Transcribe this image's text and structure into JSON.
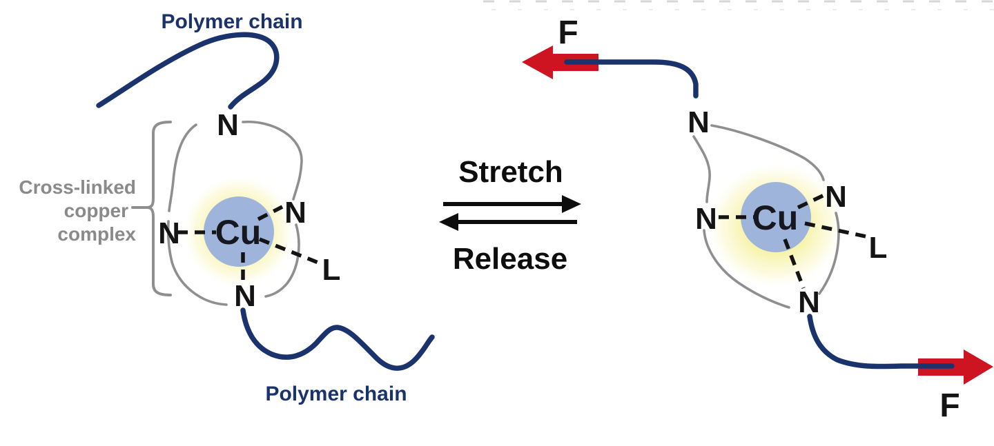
{
  "colors": {
    "background": "#ffffff",
    "polymer_navy": "#1b336d",
    "macrocycle_gray": "#8f8f8f",
    "label_gray": "#8a8a8a",
    "copper_blue": "#9fb4db",
    "glow_yellow": "#f6f1a0",
    "force_red": "#ce1420",
    "bond_black": "#141414"
  },
  "left_complex": {
    "polymer_chain_top_label": "Polymer chain",
    "polymer_chain_bottom_label": "Polymer chain",
    "bracket_label": {
      "line1": "Cross-linked",
      "line2": "copper",
      "line3": "complex"
    },
    "metal_label": "Cu",
    "nitrogen_top": "N",
    "nitrogen_left": "N",
    "nitrogen_right": "N",
    "nitrogen_bottom": "N",
    "ligand_label": "L"
  },
  "equilibrium": {
    "forward_label": "Stretch",
    "reverse_label": "Release"
  },
  "right_complex": {
    "force_top_label": "F",
    "force_bottom_label": "F",
    "metal_label": "Cu",
    "nitrogen_top": "N",
    "nitrogen_left": "N",
    "nitrogen_right": "N",
    "nitrogen_bottom": "N",
    "ligand_label": "L"
  }
}
